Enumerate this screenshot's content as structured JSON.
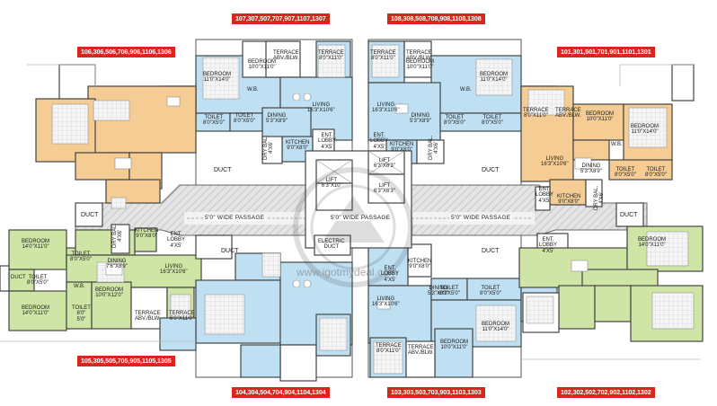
{
  "unit_tags": {
    "top_left_upper": "107,307,507,707,907,1107,1307",
    "top_right_upper": "108,308,508,708,908,1108,1308",
    "left_upper": "106,306,506,706,906,1106,1306",
    "right_upper": "101,301,501,701,901,1101,1301",
    "left_lower": "105,305,505,705,905,1105,1305",
    "bottom_left_lower": "104,304,504,704,904,1104,1304",
    "bottom_right_lower": "103,303,503,703,903,1103,1303",
    "right_lower": "102,302,502,702,902,1102,1302"
  },
  "rooms": {
    "a_bedroom": "BEDROOM\n11'0\"X14'0\"",
    "a_bedroom2": "BEDROOM\n10'0\"X11'0\"",
    "a_terrace_abv": "TERRACE\nABV./BLW.",
    "a_terrace": "TERRACE\n8'0\"X11'0\"",
    "a_wb": "W.B.",
    "a_living": "LIVING\n16'3\"X10'6\"",
    "a_toilet1": "TOILET\n8'0\"X5'0\"",
    "a_toilet2": "TOILET\n8'0\"X5'0\"",
    "a_dining": "DINING\n5'3\"X8'9\"",
    "a_kitchen": "KITCHEN\n9'0\"X8'0\"",
    "a_dry_bal": "DRY BAL.\n4'X6'",
    "a_ent_lobby": "ENT.\nLOBBY\n4'X5'",
    "b_terrace": "TERRACE\n8'0\"X11'0\"",
    "b_terrace_abv": "TERRACE\nABV./BLW.",
    "b_bedroom": "BEDROOM\n10'0\"X11'0\"",
    "b_bedroom2": "BEDROOM\n11'0\"X14'0\"",
    "b_wb": "W.B.",
    "b_living": "LIVING\n16'3\"X10'6\"",
    "b_dining": "DINING\n5'3\"X8'9\"",
    "b_toilet1": "TOILET\n8'0\"X5'0\"",
    "b_toilet2": "TOILET\n8'0\"X5'0\"",
    "b_ent_lobby": "ENT.\nLOBBY\n4'X5'",
    "b_kitchen": "KITCHEN\n9'0\"X8'0\"",
    "b_dry_bal": "DRY BAL.\n4'X6'",
    "c_bedroom": "BEDROOM\n14'0\"X11'0\"",
    "c_dry_bal": "DRY BAL.\n4'X6'",
    "c_kitchen": "KITCHEN\n9'0\"X8'0\"",
    "c_ent_lobby": "ENT.\nLOBBY\n4'X5'",
    "c_toilet1": "TOILET\n8'0\"X5'0\"",
    "c_dining": "DINING\n7'6\"X8'9\"",
    "c_living": "LIVING\n16'3\"X10'6\"",
    "c_toilet2": "TOILET\n8'0\"X5'0\"",
    "c_wb": "W.B.",
    "c_bedroom_mid": "BEDROOM\n10'0\"X12'0\"",
    "c_bedroom2": "BEDROOM\n14'0\"X11'0\"",
    "c_toilet3": "TOILET\n8'0\"\n5'0\"",
    "c_terrace_abv": "TERRACE\nABV./BLW.",
    "c_terrace": "TERRACE\n6'0\"X11'0\"",
    "c_duct": "DUCT",
    "d_bedroom": "BEDROOM\n10'0\"X11'0\"",
    "d_bedroom2": "BEDROOM\n11'0\"X14'0\"",
    "d_living": "LIVING\n16'3\"X10'6\"",
    "d_dining": "DINING\n5'3\"X8'9\"",
    "d_toilet1": "TOILET\n8'0\"X5'0\"",
    "d_toilet2": "TOILET\n8'0\"X5'0\"",
    "d_kitchen": "KITCHEN\n9'0\"X8'0\"",
    "d_dry_bal": "DRY BAL.\n4'X6'",
    "d_ent_lobby": "ENT.\nLOBBY\n4'X5'",
    "d_wb": "W.B.",
    "d_terrace": "TERRACE\n8'0\"X11'0\"",
    "d_terrace_abv": "TERRACE\nABV./BLW."
  },
  "core": {
    "duct_labels": [
      "DUCT",
      "DUCT",
      "DUCT",
      "DUCT",
      "DUCT",
      "DUCT"
    ],
    "lift1": "LIFT\n6'3\"X6'3\"",
    "lift2": "LIFT\n6'3\"X6'3\"",
    "lift3": "LIFT\n6'3\"X10'",
    "electric_duct": "ELECTRIC\nDUCT",
    "passage1": "5'0\" WIDE PASSAGE",
    "passage2": "5'0\" WIDE PASSAGE",
    "passage3": "5'0\" WIDE PASSAGE"
  },
  "watermark": "www.igotmydeal.com",
  "colors": {
    "blue": "#bfe0f3",
    "orange": "#f4cc94",
    "green": "#cfe5a6",
    "tag_red": "#d8261f",
    "passage": "#ececec"
  }
}
